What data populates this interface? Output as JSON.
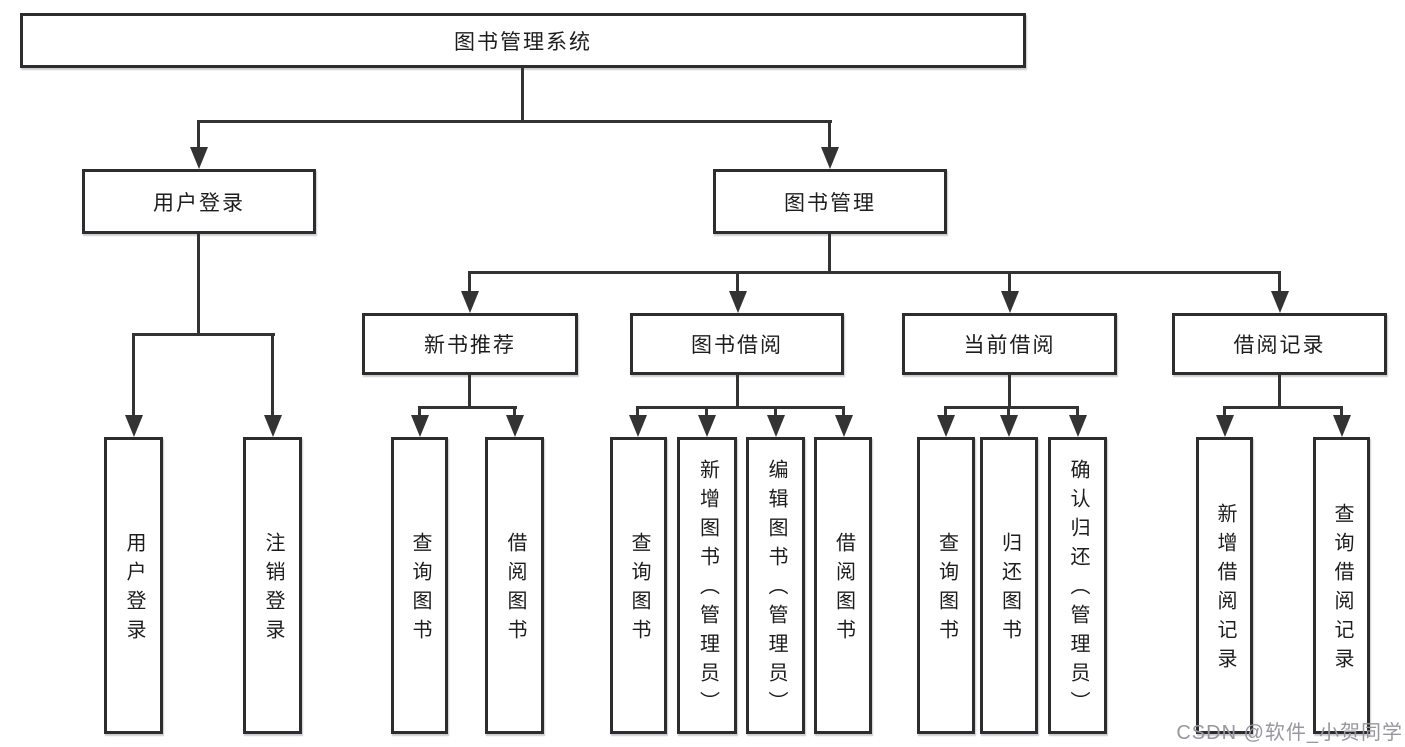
{
  "diagram": {
    "root": {
      "label": "图书管理系统"
    },
    "branches": [
      {
        "label": "用户登录",
        "children": [
          {
            "label": "用户登录"
          },
          {
            "label": "注销登录"
          }
        ]
      },
      {
        "label": "图书管理",
        "children": [
          {
            "label": "新书推荐",
            "children": [
              {
                "label": "查询图书"
              },
              {
                "label": "借阅图书"
              }
            ]
          },
          {
            "label": "图书借阅",
            "children": [
              {
                "label": "查询图书"
              },
              {
                "label": "新增图书（管理员）"
              },
              {
                "label": "编辑图书（管理员）"
              },
              {
                "label": "借阅图书"
              }
            ]
          },
          {
            "label": "当前借阅",
            "children": [
              {
                "label": "查询图书"
              },
              {
                "label": "归还图书"
              },
              {
                "label": "确认归还（管理员）"
              }
            ]
          },
          {
            "label": "借阅记录",
            "children": [
              {
                "label": "新增借阅记录"
              },
              {
                "label": "查询借阅记录"
              }
            ]
          }
        ]
      }
    ]
  },
  "watermark": {
    "text": "CSDN @软件_小贺同学",
    "color": "#97979e"
  },
  "colors": {
    "background": "#ffffff",
    "box_border": "#2d2d2d",
    "connector": "#333333",
    "text": "#1d1d1d"
  }
}
